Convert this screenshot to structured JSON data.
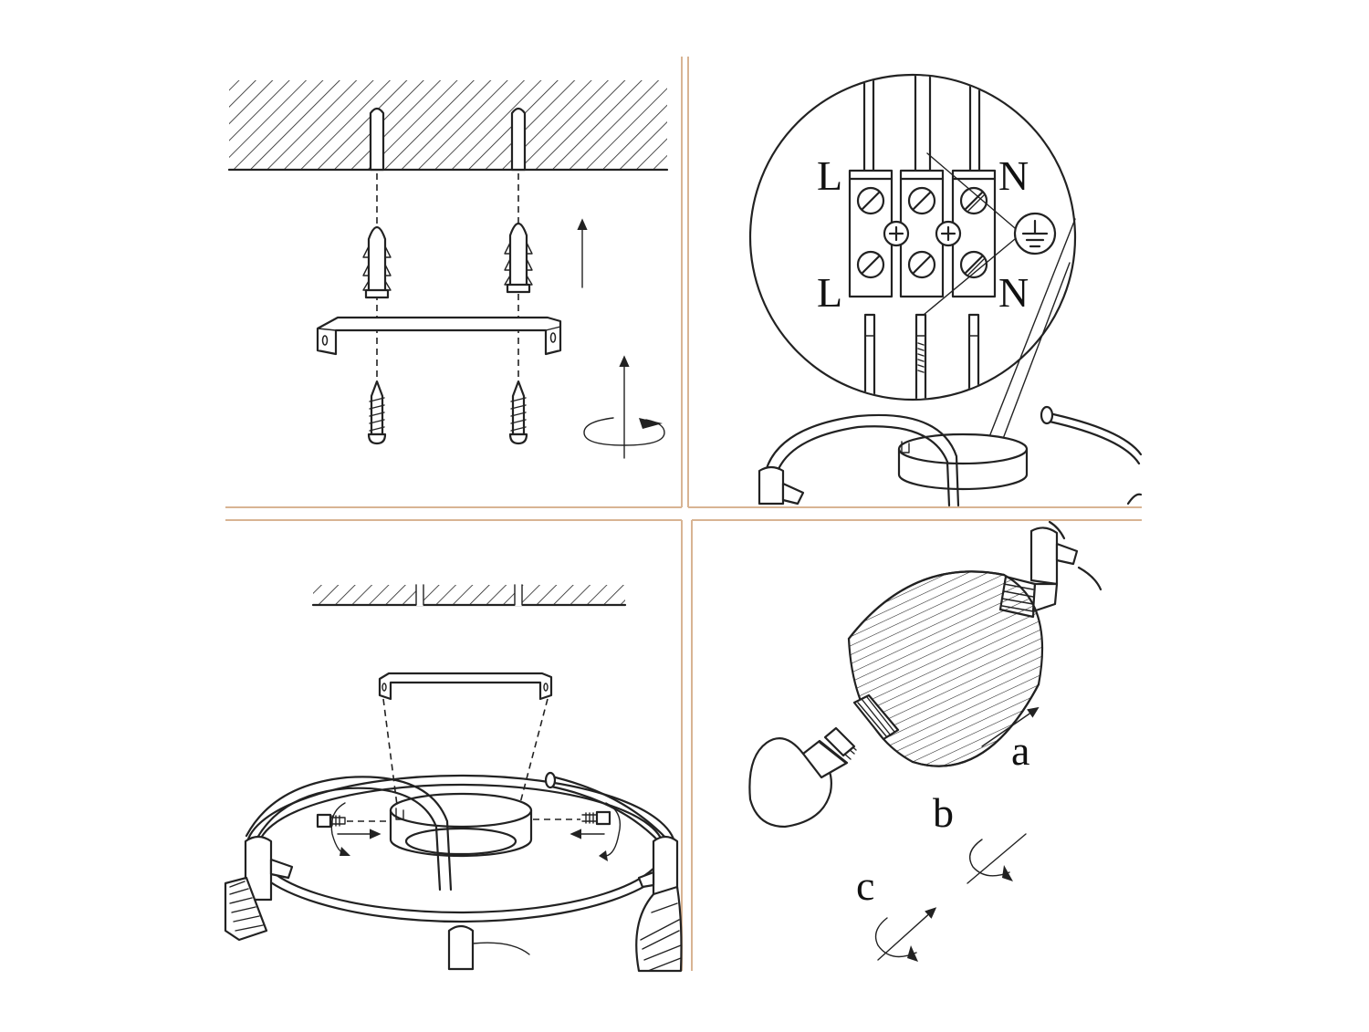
{
  "colors": {
    "line": "#222222",
    "frame": "#d8b493",
    "background": "#ffffff"
  },
  "panels": [
    {
      "id": "mount-bracket",
      "icons": [
        "ceiling-hatch-icon",
        "wall-plug-icon",
        "screw-icon",
        "mounting-bracket-icon",
        "rotate-arrow-icon"
      ]
    },
    {
      "id": "wiring",
      "labels": {
        "live_top": "L",
        "live_bottom": "L",
        "neutral_top": "N",
        "neutral_bottom": "N"
      },
      "icons": [
        "terminal-block-icon",
        "earth-symbol-icon"
      ]
    },
    {
      "id": "attach-canopy",
      "icons": [
        "bracket-icon",
        "canopy-icon",
        "side-screw-icon"
      ]
    },
    {
      "id": "bulb-and-shade",
      "labels": {
        "step_a": "a",
        "step_b": "b",
        "step_c": "c"
      },
      "icons": [
        "bulb-icon",
        "shade-icon",
        "ring-nut-icon",
        "socket-icon"
      ]
    }
  ]
}
